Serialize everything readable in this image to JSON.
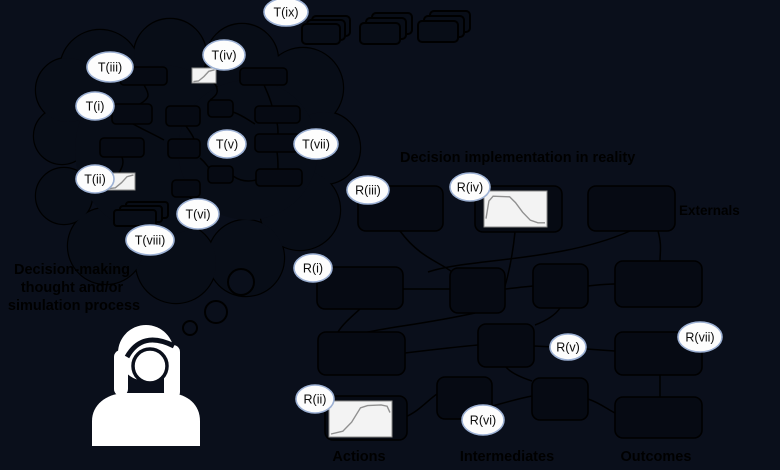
{
  "figure": {
    "thought_section": {
      "caption": "Decision-making thought and/or simulation process",
      "caption_lines": [
        "Decision-making",
        "thought and/or",
        "simulation process"
      ]
    },
    "reality_section": {
      "caption": "Decision implementation in reality",
      "column_labels": {
        "externals": "Externals",
        "actions": "Actions",
        "intermediates": "Intermediates",
        "outcomes": "Outcomes"
      }
    }
  },
  "nodes": {
    "thought": [
      {
        "label": "T(i)"
      },
      {
        "label": "T(ii)"
      },
      {
        "label": "T(iii)"
      },
      {
        "label": "T(iv)"
      },
      {
        "label": "T(v)"
      },
      {
        "label": "T(vi)"
      },
      {
        "label": "T(vii)"
      },
      {
        "label": "T(viii)"
      },
      {
        "label": "T(ix)"
      }
    ],
    "reality": [
      {
        "label": "R(i)"
      },
      {
        "label": "R(ii)"
      },
      {
        "label": "R(iii)"
      },
      {
        "label": "R(iv)"
      },
      {
        "label": "R(v)"
      },
      {
        "label": "R(vi)"
      },
      {
        "label": "R(vii)"
      }
    ]
  },
  "charts": {
    "rise_icon": {
      "type": "line",
      "name": "small-rising-curve-icon",
      "points": [
        [
          0.02,
          0.97
        ],
        [
          0.25,
          0.92
        ],
        [
          0.5,
          0.58
        ],
        [
          0.72,
          0.18
        ],
        [
          0.98,
          0.06
        ]
      ]
    },
    "actions_profile": {
      "type": "line",
      "name": "rise-plateau-curve",
      "points": [
        [
          0,
          0.97
        ],
        [
          0.2,
          0.88
        ],
        [
          0.35,
          0.6
        ],
        [
          0.5,
          0.15
        ],
        [
          0.62,
          0.08
        ],
        [
          0.85,
          0.06
        ],
        [
          0.95,
          0.1
        ],
        [
          1,
          0.3
        ]
      ]
    },
    "implementation_profile": {
      "type": "line",
      "name": "rise-plateau-decline-curve",
      "points": [
        [
          0,
          0.8
        ],
        [
          0.05,
          0.25
        ],
        [
          0.12,
          0.1
        ],
        [
          0.4,
          0.12
        ],
        [
          0.5,
          0.3
        ],
        [
          0.62,
          0.6
        ],
        [
          0.75,
          0.85
        ],
        [
          0.88,
          0.93
        ],
        [
          1,
          0.93
        ]
      ]
    }
  },
  "colors": {
    "background": "#0a0f1b",
    "outline": "#000000",
    "badge_fill": "#fdfdfd",
    "badge_stroke": "#9db1d4",
    "chart_background": "#f3f3f3",
    "chart_line": "#909090",
    "person": "#ffffff",
    "caption_text": "#000000"
  }
}
